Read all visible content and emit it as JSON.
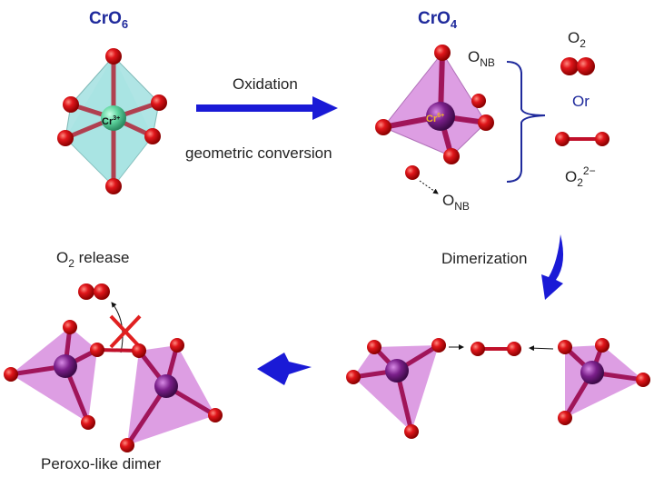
{
  "labels": {
    "cro6_title": "CrO",
    "cro6_sub": "6",
    "cro4_title": "CrO",
    "cro4_sub": "4",
    "cr3": "Cr",
    "cr3_sup": "3+",
    "cr6": "Cr",
    "cr6_sup": "6+",
    "oxidation": "Oxidation",
    "geometric_conversion": "geometric conversion",
    "onb": "O",
    "onb_sub": "NB",
    "o2": "O",
    "o2_sub": "2",
    "or": "Or",
    "peroxide": "O",
    "peroxide_sub": "2",
    "peroxide_sup": "2−",
    "dimerization": "Dimerization",
    "o2_release": "O",
    "o2_release_sub": "2",
    "o2_release_rest": " release",
    "peroxo_dimer": "Peroxo-like dimer"
  },
  "colors": {
    "oxygen": "#e0161b",
    "cr3": "#5fd6a0",
    "cr6": "#7a1f8a",
    "octahedron": "#6fd0cf",
    "tetrahedron": "#c65ed0",
    "arrow": "#1a1ad6",
    "title": "#1f2a9c",
    "cross": "#e02020"
  }
}
